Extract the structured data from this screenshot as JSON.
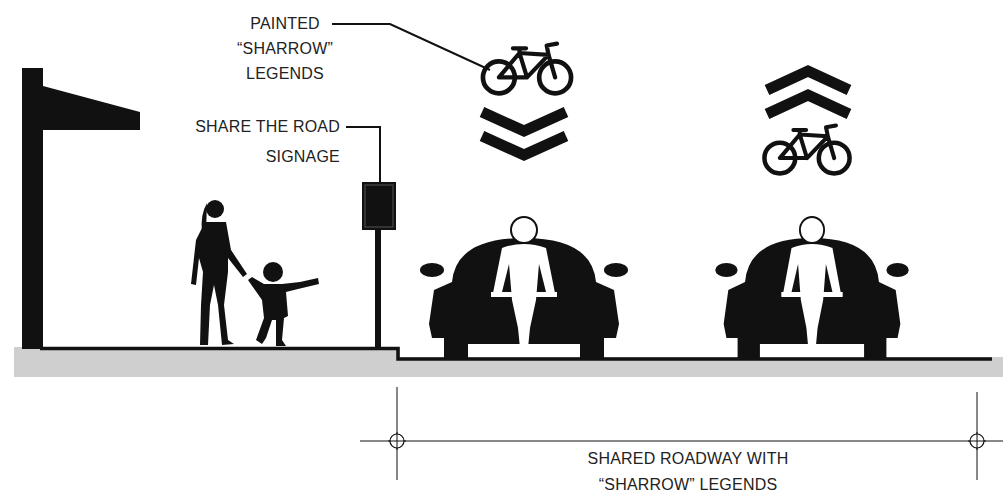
{
  "diagram": {
    "labels": [
      "PAINTED “SHARROW” LEGENDS",
      "SHARE THE ROAD SIGNAGE",
      "SHARED ROADWAY WITH “SHARROW” LEGENDS"
    ]
  }
}
